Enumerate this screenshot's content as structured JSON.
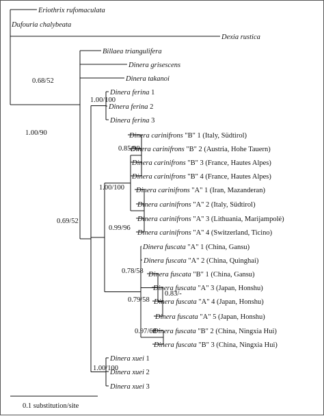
{
  "tree": {
    "taxa": [
      {
        "id": "t1",
        "species": "Eriothrix rufomaculata",
        "suffix": ""
      },
      {
        "id": "t2",
        "species": "Dufouria chalybeata",
        "suffix": ""
      },
      {
        "id": "t3",
        "species": "Dexia rustica",
        "suffix": ""
      },
      {
        "id": "t4",
        "species": "Billaea triangulifera",
        "suffix": ""
      },
      {
        "id": "t5",
        "species": "Dinera grisescens",
        "suffix": ""
      },
      {
        "id": "t6",
        "species": "Dinera takanoi",
        "suffix": ""
      },
      {
        "id": "t7",
        "species": "Dinera ferina",
        "suffix": " 1"
      },
      {
        "id": "t8",
        "species": "Dinera ferina",
        "suffix": " 2"
      },
      {
        "id": "t9",
        "species": "Dinera ferina",
        "suffix": " 3"
      },
      {
        "id": "t10",
        "species": "Dinera carinifrons",
        "suffix": " \"B\" 1 (Italy, Südtirol)"
      },
      {
        "id": "t11",
        "species": "Dinera carinifrons",
        "suffix": " \"B\" 2 (Austria, Hohe Tauern)"
      },
      {
        "id": "t12",
        "species": "Dinera carinifrons",
        "suffix": " \"B\" 3 (France, Hautes Alpes)"
      },
      {
        "id": "t13",
        "species": "Dinera carinifrons",
        "suffix": " \"B\" 4 (France, Hautes Alpes)"
      },
      {
        "id": "t14",
        "species": "Dinera carinifrons",
        "suffix": " \"A\" 1 (Iran, Mazanderan)"
      },
      {
        "id": "t15",
        "species": "Dinera carinifrons",
        "suffix": " \"A\" 2 (Italy, Südtirol)"
      },
      {
        "id": "t16",
        "species": "Dinera carinifrons",
        "suffix": " \"A\" 3 (Lithuania, Marijampolė)"
      },
      {
        "id": "t17",
        "species": "Dinera carinifrons",
        "suffix": " \"A\" 4 (Switzerland, Ticino)"
      },
      {
        "id": "t18",
        "species": "Dinera fuscata",
        "suffix": " \"A\" 1 (China, Gansu)"
      },
      {
        "id": "t19",
        "species": "Dinera fuscata",
        "suffix": " \"A\" 2 (China, Quinghai)"
      },
      {
        "id": "t20",
        "species": "Dinera fuscata",
        "suffix": " \"B\" 1 (China, Gansu)"
      },
      {
        "id": "t21",
        "species": "Dinera fuscata",
        "suffix": " \"A\" 3 (Japan, Honshu)"
      },
      {
        "id": "t22",
        "species": "Dinera fuscata",
        "suffix": " \"A\" 4 (Japan, Honshu)"
      },
      {
        "id": "t23",
        "species": "Dinera fuscata",
        "suffix": " \"A\" 5 (Japan, Honshu)"
      },
      {
        "id": "t24",
        "species": "Dinera fuscata",
        "suffix": " \"B\" 2 (China, Ningxia Hui)"
      },
      {
        "id": "t25",
        "species": "Dinera fuscata",
        "suffix": " \"B\" 3 (China, Ningxia Hui)"
      },
      {
        "id": "t26",
        "species": "Dinera xuei",
        "suffix": " 1"
      },
      {
        "id": "t27",
        "species": "Dinera xuei",
        "suffix": " 2"
      },
      {
        "id": "t28",
        "species": "Dinera xuei",
        "suffix": " 3"
      }
    ],
    "support": [
      {
        "node": "n_068",
        "label": "0.68/52"
      },
      {
        "node": "n_100_90",
        "label": "1.00/90"
      },
      {
        "node": "n_ferina",
        "label": "1.00/100"
      },
      {
        "node": "n_069",
        "label": "0.69/52"
      },
      {
        "node": "n_carB",
        "label": "0.85/90"
      },
      {
        "node": "n_car",
        "label": "1.00/100"
      },
      {
        "node": "n_carA",
        "label": "0.99/96"
      },
      {
        "node": "n_fusc",
        "label": "0.78/58"
      },
      {
        "node": "n_fuscB1",
        "label": "0.79/58"
      },
      {
        "node": "n_japan",
        "label": "0.83/-"
      },
      {
        "node": "n_fuscB23",
        "label": "0.97/68"
      },
      {
        "node": "n_xuei",
        "label": "1.00/100"
      }
    ],
    "scale_bar_label": "0.1 substitution/site"
  }
}
